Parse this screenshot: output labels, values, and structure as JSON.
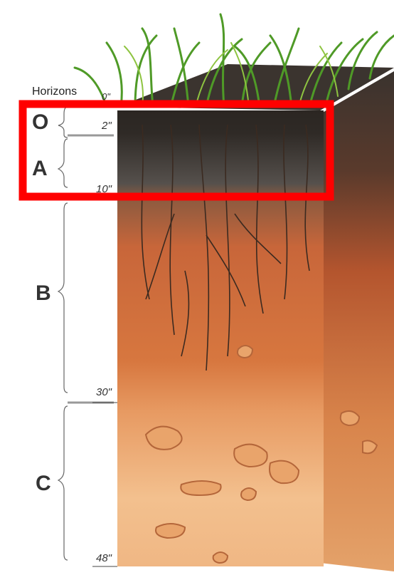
{
  "diagram": {
    "title": "Horizons",
    "horizons": [
      {
        "letter": "O"
      },
      {
        "letter": "A"
      },
      {
        "letter": "B"
      },
      {
        "letter": "C"
      }
    ],
    "depth_marks": [
      "0\"",
      "2\"",
      "10\"",
      "30\"",
      "48\""
    ],
    "colors": {
      "highlight_box": "#ff0000",
      "grass": "#5aa02c",
      "o_horizon": "#2b2622",
      "a_horizon": "#4a4440",
      "b_horizon": "#c8663a",
      "c_horizon": "#f0b784"
    }
  }
}
